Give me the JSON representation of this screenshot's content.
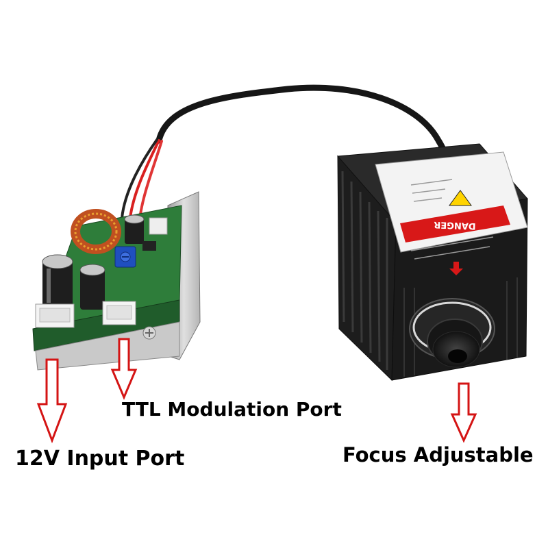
{
  "labels": {
    "ttl_port": "TTL Modulation Port",
    "input_port": "12V Input Port",
    "focus": "Focus Adjustable"
  },
  "warning_label": {
    "danger": "DANGER"
  },
  "colors": {
    "arrow_outline": "#d41414",
    "laser_housing": "#1a1a1a",
    "pcb": "#2e7d3a",
    "background": "#ffffff"
  }
}
